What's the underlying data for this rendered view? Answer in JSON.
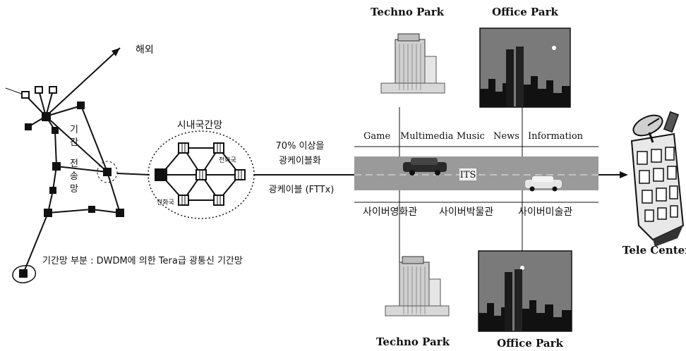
{
  "labels": {
    "overseas": "해외",
    "backbone_vertical": [
      "기",
      "간",
      "전",
      "송",
      "망"
    ],
    "intra_city_net": "시내국간망",
    "office_left": "전화국",
    "office_right": "전화국",
    "fiber_pct": "70% 이상을",
    "fiber_pct2": "광케이블화",
    "fiber_cable": "광케이블 (FTTx)",
    "backbone_caption": "기간망 부분 : DWDM에 의한 Tera급 광통신 기간망",
    "its": "ITS",
    "services": [
      "Game",
      "Multimedia",
      "Music",
      "News",
      "Information"
    ],
    "cyber": [
      "사이버영화관",
      "사이버박물관",
      "사이버미술관"
    ],
    "techno_park": "Techno Park",
    "office_park": "Office Park",
    "tele_center": "Tele Center"
  },
  "colors": {
    "ink": "#111111",
    "road": "#9a9a9a",
    "sky": "#7a7a7a",
    "building": "#cfcfcf"
  }
}
